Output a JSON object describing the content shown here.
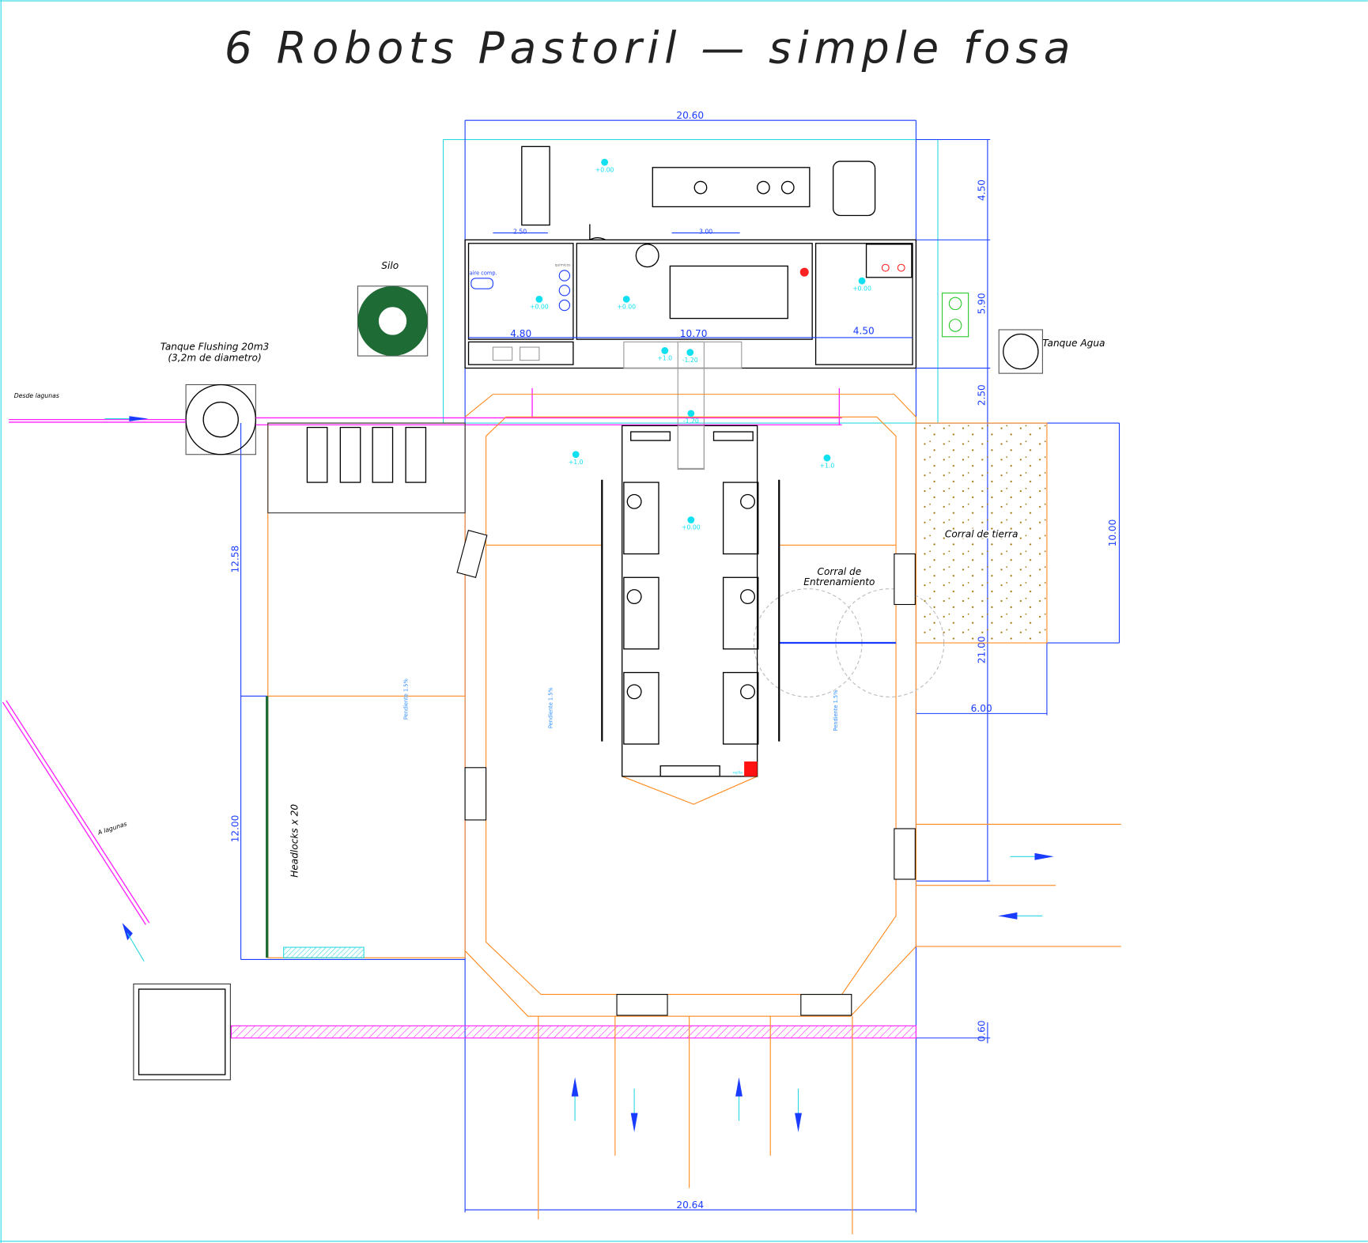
{
  "title": "6 Robots Pastoril — simple fosa",
  "labels": {
    "silo": "Silo",
    "tanque_flushing_1": "Tanque Flushing 20m3",
    "tanque_flushing_2": "(3,2m de diametro)",
    "tanque_agua": "Tanque Agua",
    "desde_lagunas": "Desde lagunas",
    "a_lagunas": "A lagunas",
    "corral_tierra": "Corral de tierra",
    "corral_entrenamiento_1": "Corral de",
    "corral_entrenamiento_2": "Entrenamiento",
    "headlocks": "Headlocks x 20",
    "aire_comp": "aire comp.",
    "quimicos": "químicos",
    "rejilla": "rejilla",
    "pendiente": "Pendiente 1.5%"
  },
  "dimensions": {
    "top_width": "20.60",
    "bottom_width": "20.64",
    "right_4_50": "4.50",
    "right_5_90": "5.90",
    "right_2_50": "2.50",
    "right_21_00": "21.00",
    "right_6_00": "6.00",
    "right_0_60": "0.60",
    "corral_10_00": "10.00",
    "left_12_58": "12.58",
    "left_12_00": "12.00",
    "room_4_80": "4.80",
    "room_10_70": "10.70",
    "room_4_50": "4.50",
    "door_2_50": "2.50",
    "door_3_00": "3.00"
  },
  "elevations": {
    "yard": "+0.00",
    "room1": "+0.00",
    "room2": "+0.00",
    "room3": "+0.00",
    "stair_up": "+1.0",
    "pit_top": "-1.20",
    "pit_mid": "-1.20",
    "side_left": "+1.0",
    "side_right": "+1.0",
    "parlor": "+0.00"
  },
  "colors": {
    "dimension": "#1a3cff",
    "pipe": "#ff1eff",
    "wall_orange": "#ff8a1e",
    "silo": "#1e6b35",
    "elevation": "#10e0f0"
  }
}
